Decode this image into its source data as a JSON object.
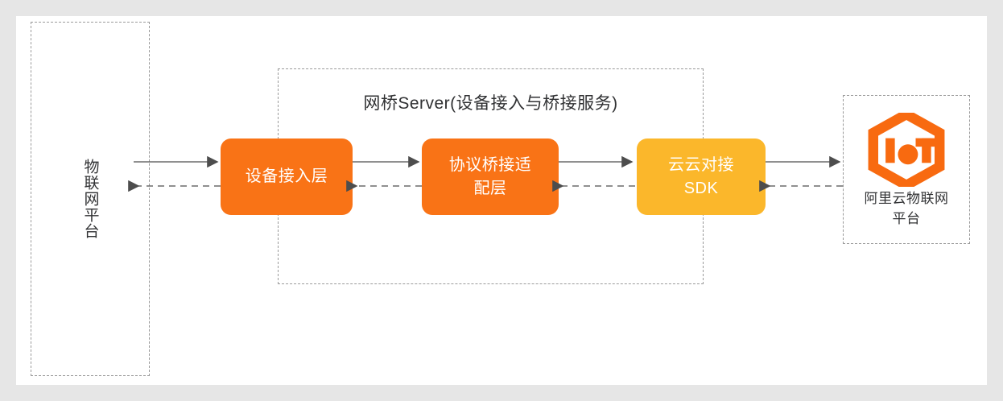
{
  "diagram": {
    "title": "网桥Server(设备接入与桥接服务)",
    "canvas_bg": "#ffffff",
    "page_bg": "#e6e6e6",
    "left_platform": {
      "label": "物联网平台",
      "border_style": "dashed"
    },
    "bridge_server": {
      "title": "网桥Server(设备接入与桥接服务)",
      "border_style": "dashed",
      "stages": [
        {
          "id": "device-access",
          "label": "设备接入层",
          "color": "#F97316"
        },
        {
          "id": "protocol-bridge",
          "label": "协议桥接适\n配层",
          "color": "#F97316"
        },
        {
          "id": "cloud-sdk",
          "label": "云云对接\nSDK",
          "color": "#FBB72B"
        }
      ]
    },
    "right_platform": {
      "label": "阿里云物联网\n平台",
      "logo_name": "aliyun-iot-logo",
      "logo_color": "#F86A10",
      "border_style": "dashed"
    },
    "connectors": {
      "forward_style": "solid",
      "forward_direction": "right",
      "return_style": "dashed",
      "return_direction": "left",
      "line_color": "#595959",
      "count": 4
    }
  }
}
